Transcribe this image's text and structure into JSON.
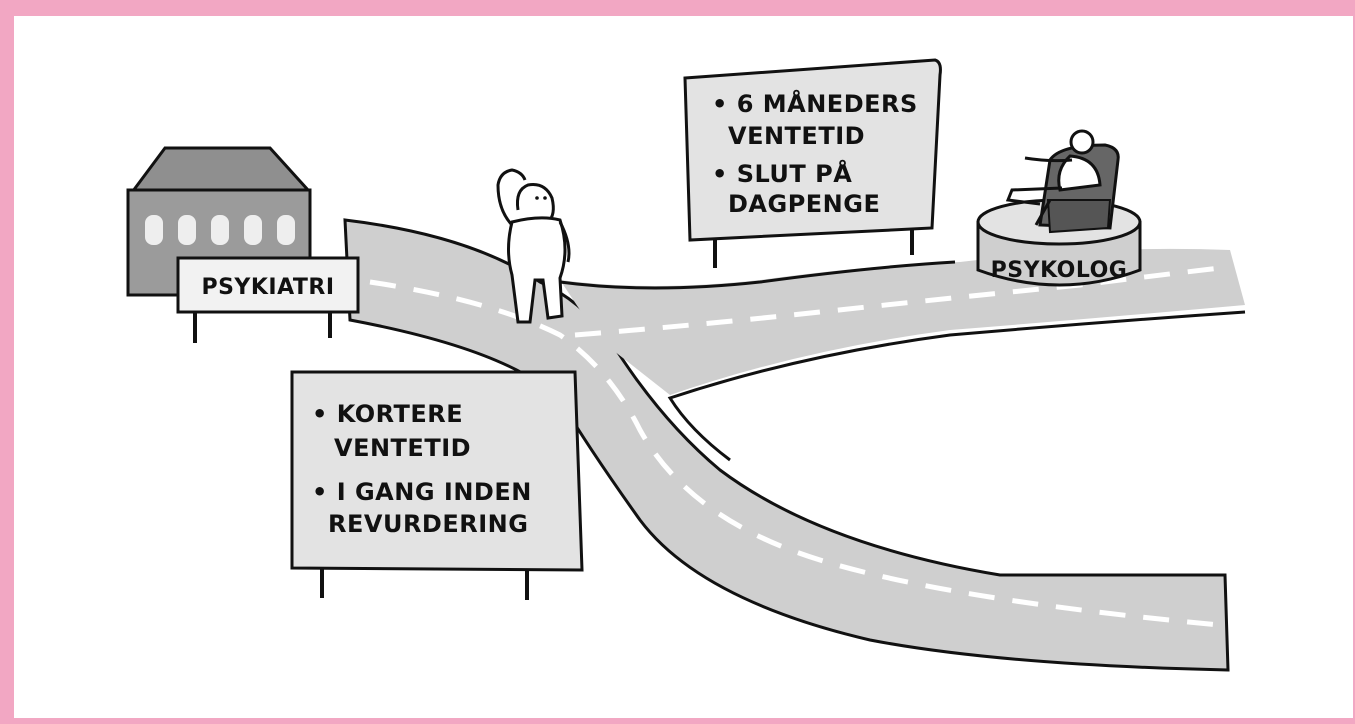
{
  "colors": {
    "frame": "#f2a7c3",
    "road": "#cfcfcf",
    "sign": "#e3e3e3",
    "ink": "#111111"
  },
  "signs": {
    "psykiatri": "PSYKIATRI",
    "psykolog": "PSYKOLOG",
    "psykolog_board": {
      "line1": "• 6 MÅNEDERS",
      "line2": "VENTETID",
      "line3": "• SLUT PÅ",
      "line4": "DAGPENGE"
    },
    "psykiatri_board": {
      "line1": "• KORTERE",
      "line2": "VENTETID",
      "line3": "• I GANG INDEN",
      "line4": "REVURDERING"
    }
  },
  "icons": [
    "hospital-building-icon",
    "confused-person-icon",
    "psychologist-in-armchair-icon"
  ]
}
